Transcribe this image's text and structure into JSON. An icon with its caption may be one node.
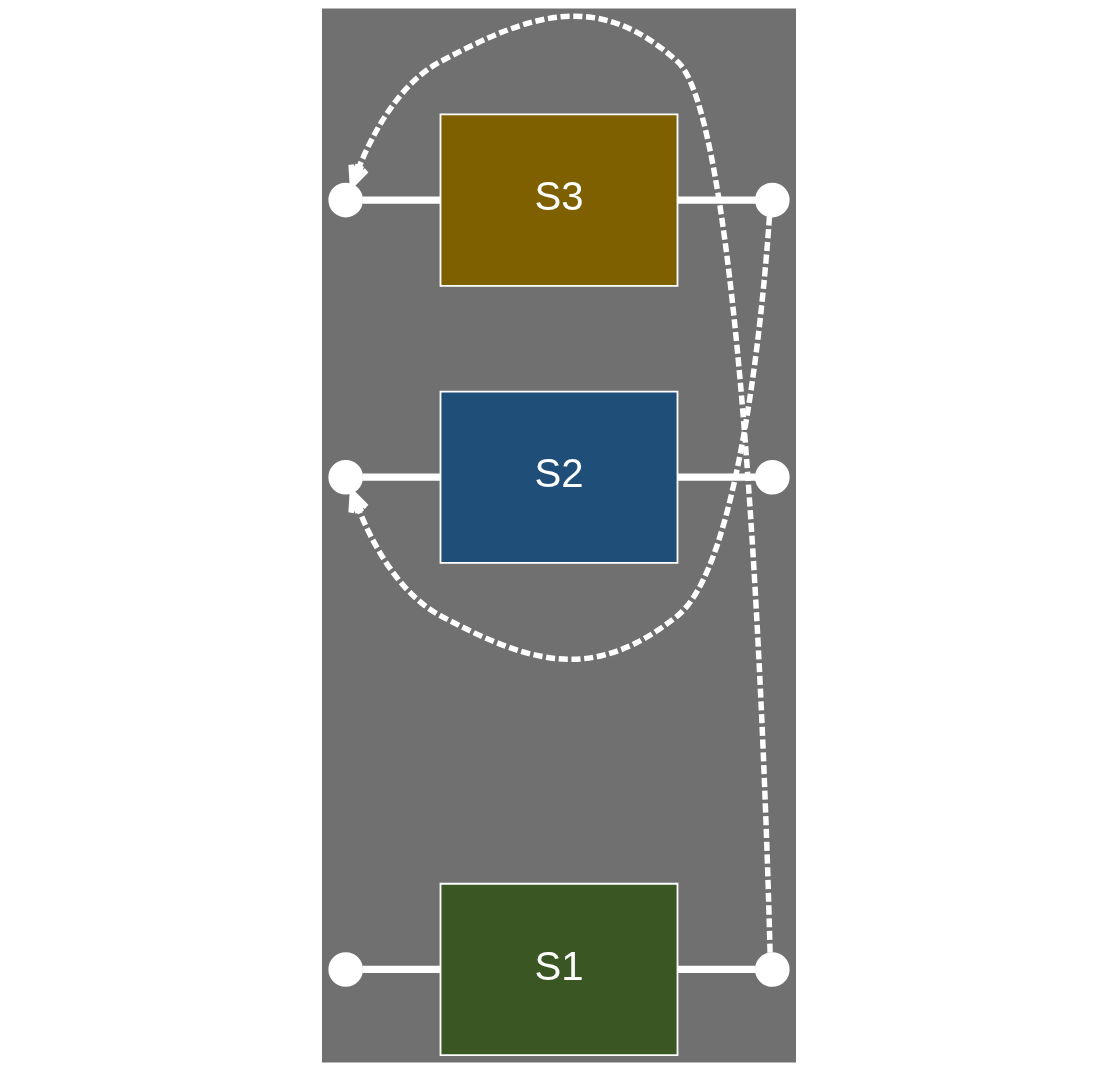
{
  "diagram": {
    "nodes": [
      {
        "text": [
          "S1"
        ]
      },
      {
        "text": [
          "S2"
        ]
      },
      {
        "text": [
          "S3"
        ]
      },
      {
        "text": [],
        "shape": "circle"
      },
      {
        "text": [],
        "shape": "circle"
      },
      {
        "text": [],
        "shape": "circle"
      },
      {
        "text": [],
        "shape": "circle"
      },
      {
        "text": [],
        "shape": "circle"
      },
      {
        "text": [],
        "shape": "circle"
      }
    ],
    "edges": [
      {
        "from": 3,
        "to": 0,
        "arrow": "none"
      },
      {
        "from": 0,
        "to": 4,
        "arrow": "none"
      },
      {
        "from": 5,
        "to": 1,
        "arrow": "none"
      },
      {
        "from": 1,
        "to": 6,
        "arrow": "none"
      },
      {
        "from": 7,
        "to": 2,
        "arrow": "none"
      },
      {
        "from": 2,
        "to": 8,
        "arrow": "none"
      },
      {
        "from": 4,
        "to": 7,
        "arrow": "to",
        "style": "dashed"
      },
      {
        "from": 8,
        "to": 5,
        "arrow": "to",
        "style": "dashed"
      }
    ]
  }
}
